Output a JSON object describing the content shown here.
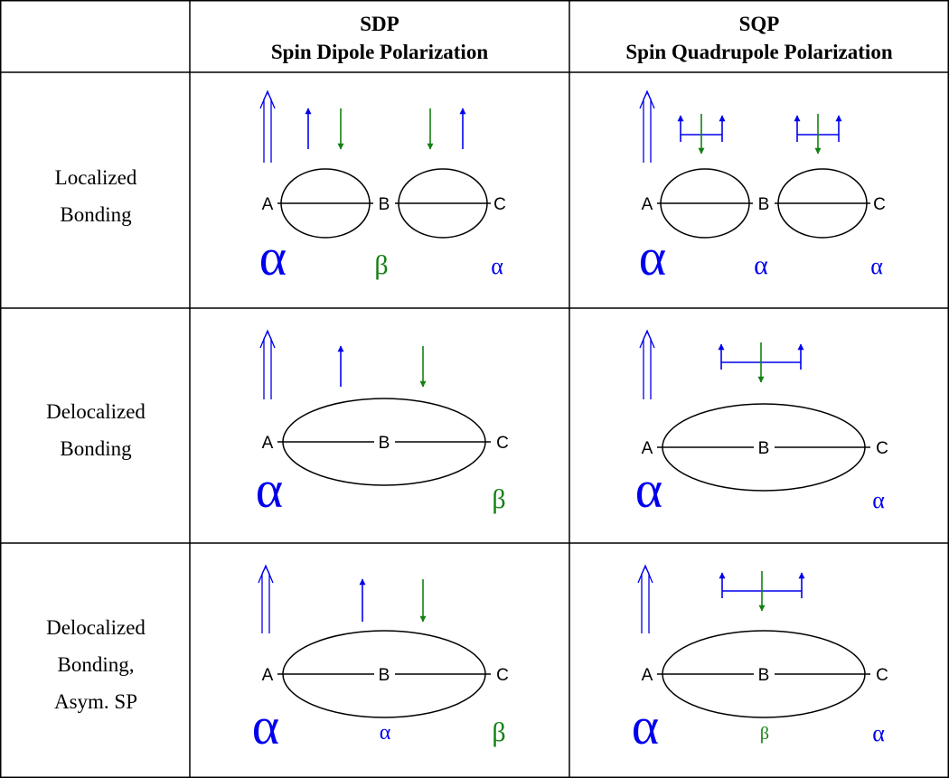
{
  "colors": {
    "alpha": "#0000ee",
    "beta": "#138013",
    "line": "#000000"
  },
  "header": {
    "col1": {
      "line1": "SDP",
      "line2": "Spin Dipole Polarization"
    },
    "col2": {
      "line1": "SQP",
      "line2": "Spin Quadrupole Polarization"
    }
  },
  "rows": [
    {
      "label": [
        "Localized",
        "Bonding"
      ]
    },
    {
      "label": [
        "Delocalized",
        "Bonding"
      ]
    },
    {
      "label": [
        "Delocalized",
        "Bonding,",
        "Asym. SP"
      ]
    }
  ],
  "atoms": [
    "A",
    "B",
    "C"
  ],
  "spin_symbols": {
    "alpha": "α",
    "beta": "β"
  },
  "cells": [
    {
      "sdp": {
        "spins": [
          "alpha",
          "beta",
          "alpha"
        ]
      },
      "sqp": {
        "spins": [
          "alpha",
          "alpha",
          "alpha"
        ]
      }
    },
    {
      "sdp": {
        "spins": [
          "alpha",
          "beta"
        ]
      },
      "sqp": {
        "spins": [
          "alpha",
          "alpha"
        ]
      }
    },
    {
      "sdp": {
        "spins": [
          "alpha",
          "alpha",
          "beta"
        ]
      },
      "sqp": {
        "spins": [
          "alpha",
          "beta",
          "alpha"
        ]
      }
    }
  ]
}
